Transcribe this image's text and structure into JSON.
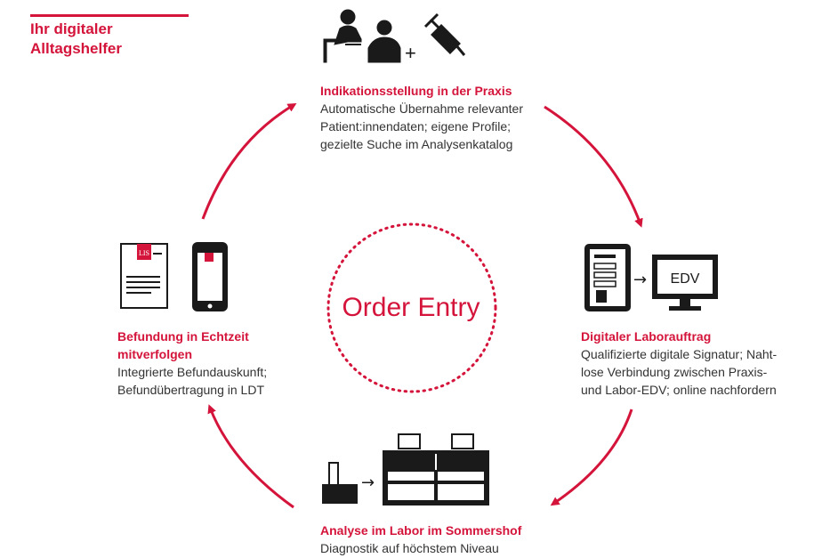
{
  "intro": {
    "title": "Ihr digitaler\nAlltagshelfer"
  },
  "center": {
    "label": "Order Entry"
  },
  "steps": [
    {
      "title": "Indikationsstellung in der Praxis",
      "description": "Automatische Übernahme relevanter\nPatient:innendaten; eigene Profile;\ngezielte Suche im Analysenkatalog"
    },
    {
      "title": "Digitaler Laborauftrag",
      "description": "Qualifizierte digitale Signatur; Naht-\nlose Verbindung zwischen Praxis-\nund Labor-EDV; online nachfordern"
    },
    {
      "title": "Analyse im Labor im Sommershof",
      "description": "Diagnostik auf höchstem Niveau"
    },
    {
      "title": "Befundung in Echtzeit\nmitverfolgen",
      "description": "Integrierte Befundauskunft;\nBefundübertragung in LDT"
    }
  ],
  "icons": {
    "monitor_label": "EDV",
    "document_label": "LIS",
    "plus_sign": "+",
    "arrow_sign": "→"
  },
  "colors": {
    "accent": "#d4143a",
    "text": "#333333",
    "icon": "#1a1a1a"
  }
}
